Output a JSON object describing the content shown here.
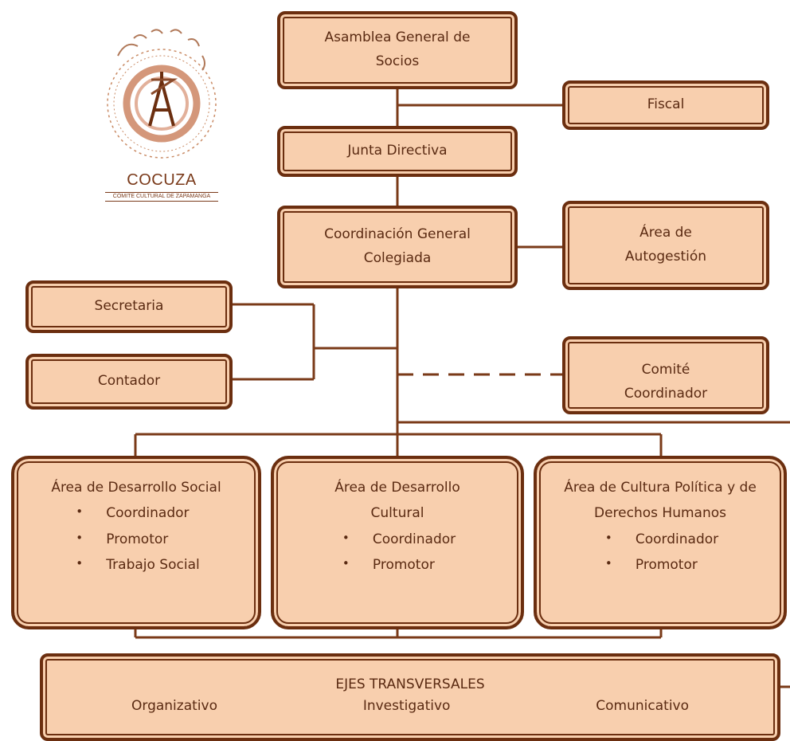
{
  "logo": {
    "name": "COCUZA",
    "subtitle": "COMITE CULTURAL DE ZAPAMANGA"
  },
  "nodes": {
    "asamblea": "Asamblea General de Socios",
    "fiscal": "Fiscal",
    "junta": "Junta Directiva",
    "coordinacion": "Coordinación General Colegiada",
    "autogestion": "Área de Autogestión",
    "secretaria": "Secretaria",
    "contador": "Contador",
    "comite": "Comité Coordinador"
  },
  "areas": {
    "social": {
      "title": "Área de Desarrollo Social",
      "items": [
        "Coordinador",
        "Promotor",
        "Trabajo Social"
      ]
    },
    "cultural": {
      "title": "Área de Desarrollo Cultural",
      "items": [
        "Coordinador",
        "Promotor"
      ]
    },
    "politica": {
      "title": "Área de Cultura Política y de Derechos Humanos",
      "items": [
        "Coordinador",
        "Promotor"
      ]
    }
  },
  "ejes": {
    "title": "EJES TRANSVERSALES",
    "items": [
      "Organizativo",
      "Investigativo",
      "Comunicativo"
    ]
  },
  "colors": {
    "box_fill": "#f8cfae",
    "border": "#6b2e0f",
    "text": "#5a2a12"
  }
}
